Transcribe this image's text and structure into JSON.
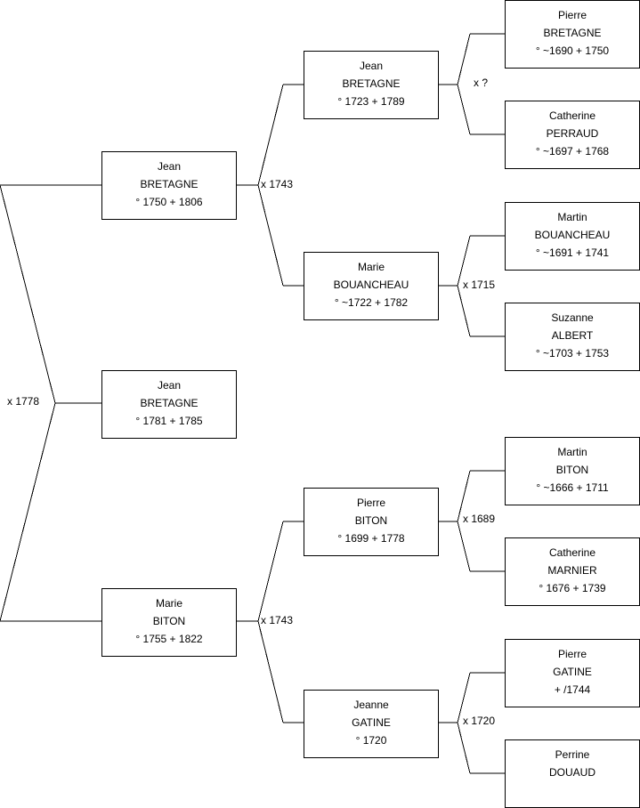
{
  "persons": {
    "p1": {
      "first": "Jean",
      "last": "BRETAGNE",
      "dates": "° 1750 + 1806"
    },
    "child": {
      "first": "Jean",
      "last": "BRETAGNE",
      "dates": "° 1781 + 1785"
    },
    "p2": {
      "first": "Marie",
      "last": "BITON",
      "dates": "° 1755 + 1822"
    },
    "p1_father": {
      "first": "Jean",
      "last": "BRETAGNE",
      "dates": "° 1723 + 1789"
    },
    "p1_mother": {
      "first": "Marie",
      "last": "BOUANCHEAU",
      "dates": "° ~1722 + 1782"
    },
    "p2_father": {
      "first": "Pierre",
      "last": "BITON",
      "dates": "° 1699 + 1778"
    },
    "p2_mother": {
      "first": "Jeanne",
      "last": "GATINE",
      "dates": "° 1720"
    },
    "p1_ff": {
      "first": "Pierre",
      "last": "BRETAGNE",
      "dates": "° ~1690 + 1750"
    },
    "p1_fm": {
      "first": "Catherine",
      "last": "PERRAUD",
      "dates": "° ~1697 + 1768"
    },
    "p1_mf": {
      "first": "Martin",
      "last": "BOUANCHEAU",
      "dates": "° ~1691 + 1741"
    },
    "p1_mm": {
      "first": "Suzanne",
      "last": "ALBERT",
      "dates": "° ~1703 + 1753"
    },
    "p2_ff": {
      "first": "Martin",
      "last": "BITON",
      "dates": "° ~1666 + 1711"
    },
    "p2_fm": {
      "first": "Catherine",
      "last": "MARNIER",
      "dates": "° 1676 + 1739"
    },
    "p2_mf": {
      "first": "Pierre",
      "last": "GATINE",
      "dates": "+ /1744"
    },
    "p2_mm": {
      "first": "Perrine",
      "last": "DOUAUD",
      "dates": ""
    }
  },
  "marriages": {
    "main": "x 1778",
    "p1_parents": "x 1743",
    "p2_parents": "x 1743",
    "p1_f_parents": "x ?",
    "p1_m_parents": "x 1715",
    "p2_f_parents": "x 1689",
    "p2_m_parents": "x 1720"
  }
}
